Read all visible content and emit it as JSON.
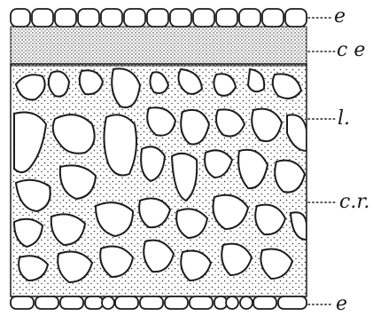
{
  "figure": {
    "labels": {
      "upper_epidermis": "e",
      "collenchyma": "c e",
      "lacunae": "l.",
      "cortex": "c.r.",
      "lower_epidermis": "e"
    }
  },
  "colors": {
    "ink": "#1c1c1c",
    "paper": "#ffffff"
  }
}
